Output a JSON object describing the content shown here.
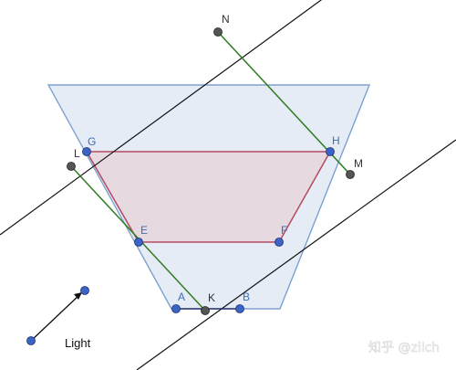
{
  "colors": {
    "prism_fill": "#dde6f2",
    "prism_stroke": "#7ea2cf",
    "quad_fill": "#e7d7de",
    "quad_stroke": "#b34a62",
    "ray_green": "#2f7d22",
    "line_black": "#111111",
    "point_blue": "#3b64c7",
    "point_gray": "#555555"
  },
  "points": {
    "N": "N",
    "G": "G",
    "H": "H",
    "L": "L",
    "M": "M",
    "E": "E",
    "F": "F",
    "A": "A",
    "B": "B",
    "K": "K"
  },
  "legend": {
    "light_label": "Light"
  },
  "watermark": "知乎 @zilch"
}
